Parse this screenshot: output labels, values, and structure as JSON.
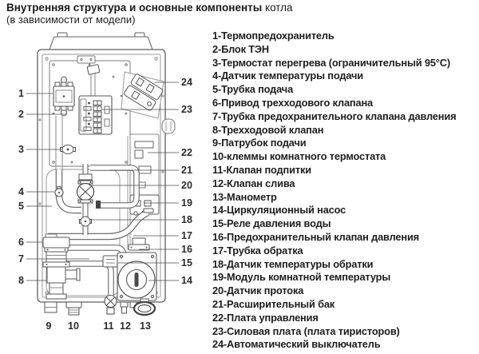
{
  "title": {
    "bold": "Внутренняя структура и основные компоненты",
    "normal": "котла",
    "subtitle": "(в зависимости от модели)"
  },
  "legend": {
    "items": [
      "1-Термопредохранитель",
      "2-Блок ТЭН",
      "3-Термостат перегрева (ограничительный 95°С)",
      "4-Датчик температуры подачи",
      "5-Трубка подача",
      "6-Привод трехходового клапана",
      "7-Трубка предохранительного клапана давления",
      "8-Трехходовой клапан",
      "9-Патрубок подачи",
      "10-клеммы комнатного термостата",
      "11-Клапан подпитки",
      "12-Клапан слива",
      "13-Манометр",
      "14-Циркуляционный насос",
      "15-Реле давления воды",
      "16-Предохранительный клапан давления",
      "17-Трубка обратка",
      "18-Датчик температуры обратки",
      "19-Модуль комнатной температуры",
      "20-Датчик протока",
      "21-Расширительный бак",
      "22-Плата управления",
      "23-Силовая плата (плата тиристоров)",
      "24-Автоматический выключатель"
    ]
  },
  "diagram": {
    "callouts": [
      "1",
      "2",
      "3",
      "4",
      "5",
      "6",
      "7",
      "8",
      "9",
      "10",
      "11",
      "12",
      "13",
      "14",
      "15",
      "16",
      "17",
      "18",
      "19",
      "20",
      "21",
      "22",
      "23",
      "24"
    ]
  },
  "colors": {
    "background": "#ffffff",
    "text": "#1d1d1d",
    "diagram_line": "#5f5f5f"
  }
}
